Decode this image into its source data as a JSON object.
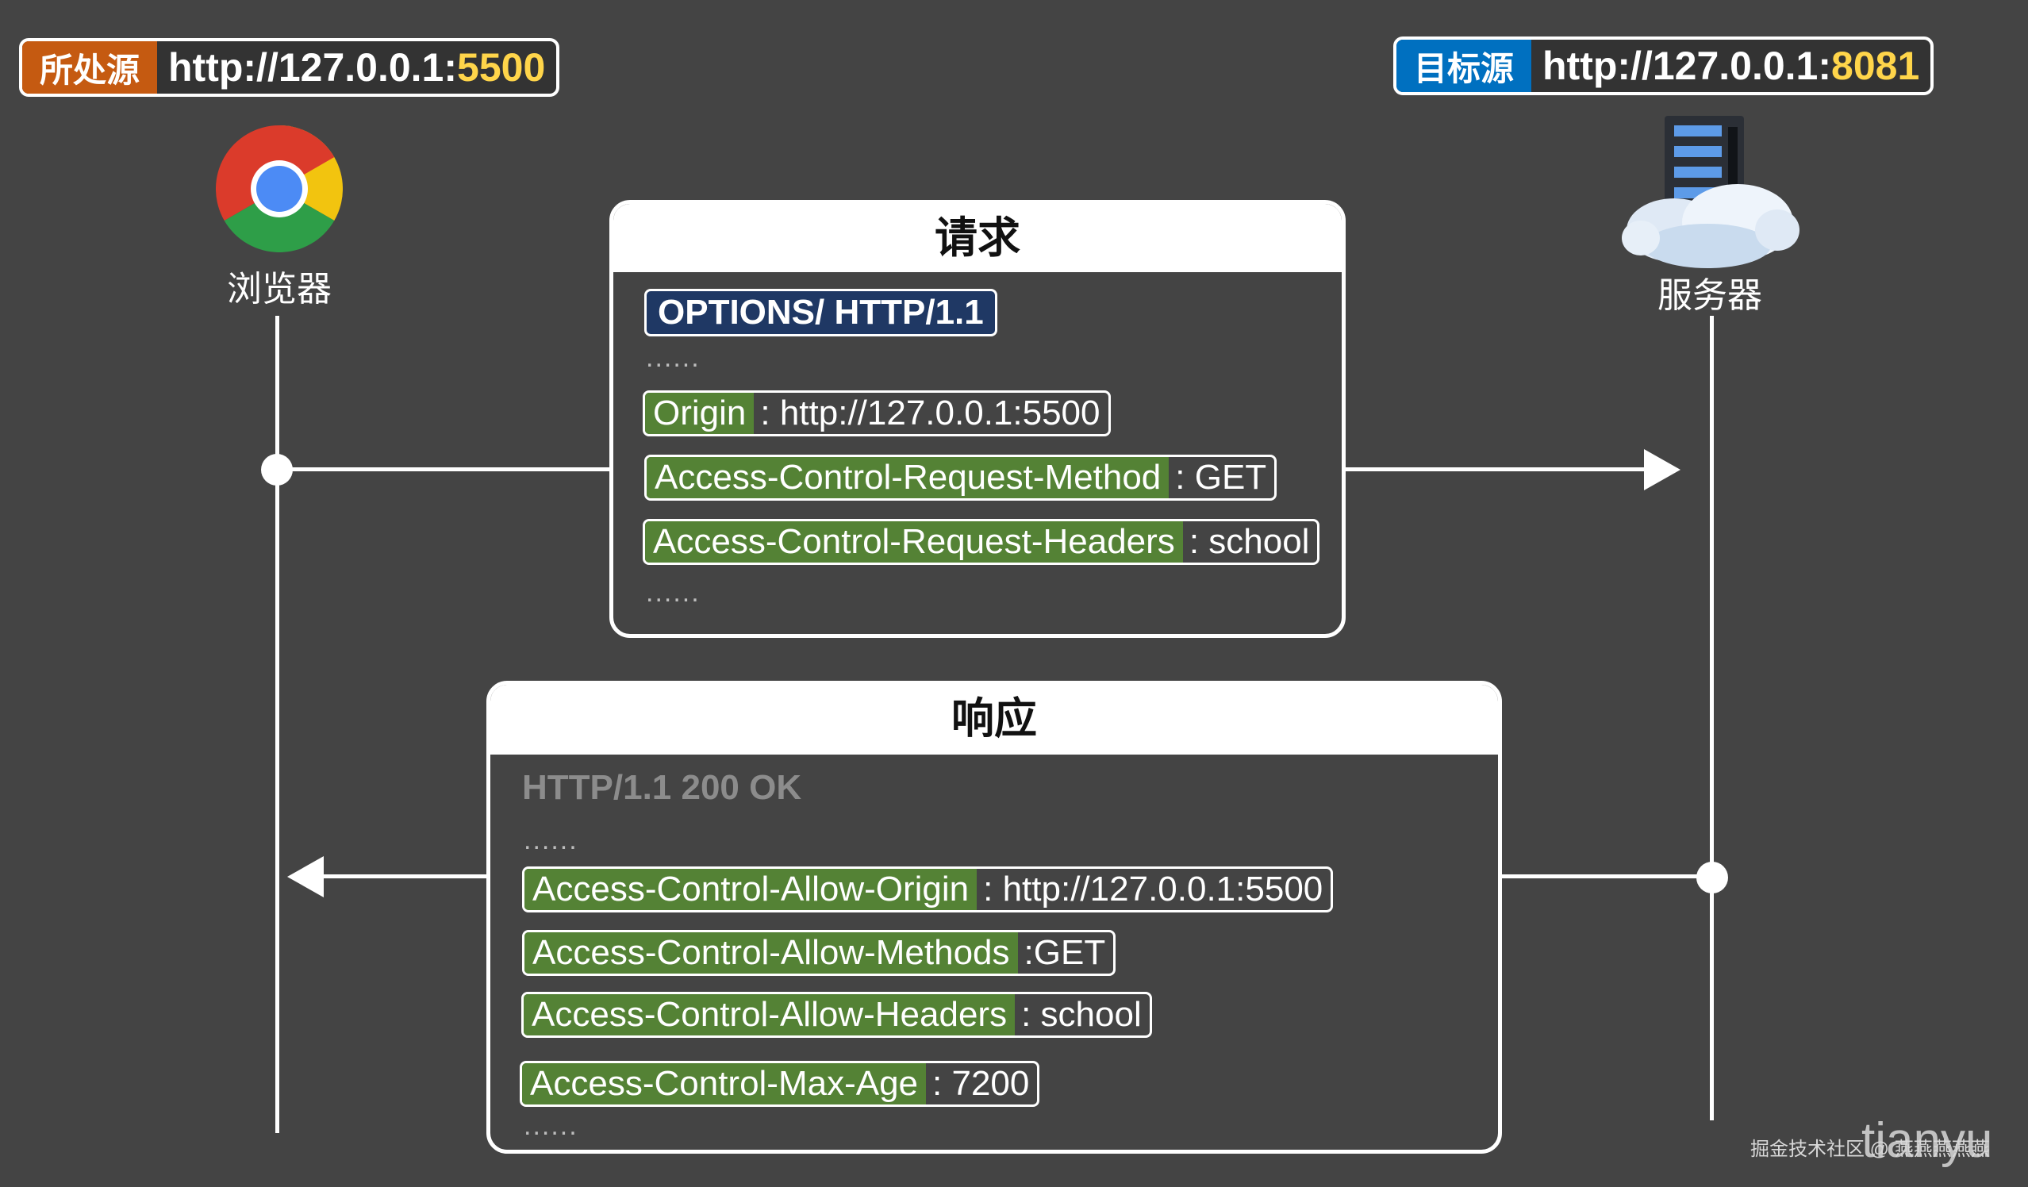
{
  "source_origin": {
    "label": "所处源",
    "url_prefix": "http://127.0.0.1:",
    "port": "5500",
    "label_color": "#c55a11"
  },
  "target_origin": {
    "label": "目标源",
    "url_prefix": "http://127.0.0.1:",
    "port": "8081",
    "label_color": "#0070c0"
  },
  "browser": {
    "icon": "chrome-icon",
    "caption": "浏览器"
  },
  "server": {
    "icon": "server-cloud-icon",
    "caption": "服务器"
  },
  "request": {
    "title": "请求",
    "method_line": "OPTIONS/ HTTP/1.1",
    "ellipsis_top": "......",
    "headers": [
      {
        "key": "Origin",
        "value": ": http://127.0.0.1:5500"
      },
      {
        "key": "Access-Control-Request-Method",
        "value": ": GET"
      },
      {
        "key": "Access-Control-Request-Headers",
        "value": ": school"
      }
    ],
    "ellipsis_bottom": "......"
  },
  "response": {
    "title": "响应",
    "status_line": "HTTP/1.1 200 OK",
    "ellipsis_top": "......",
    "headers": [
      {
        "key": "Access-Control-Allow-Origin",
        "value": ": http://127.0.0.1:5500"
      },
      {
        "key": "Access-Control-Allow-Methods",
        "value": ":GET"
      },
      {
        "key": "Access-Control-Allow-Headers",
        "value": ": school"
      },
      {
        "key": "Access-Control-Max-Age",
        "value": ": 7200"
      }
    ],
    "ellipsis_bottom": "......"
  },
  "watermark": {
    "site": "掘金技术社区 @ 燕燕燕燕燕",
    "author": "tianyu"
  },
  "colors": {
    "background": "#444444",
    "header_key": "#548235",
    "method_bg": "#1f3864",
    "port": "#ffd54a"
  }
}
